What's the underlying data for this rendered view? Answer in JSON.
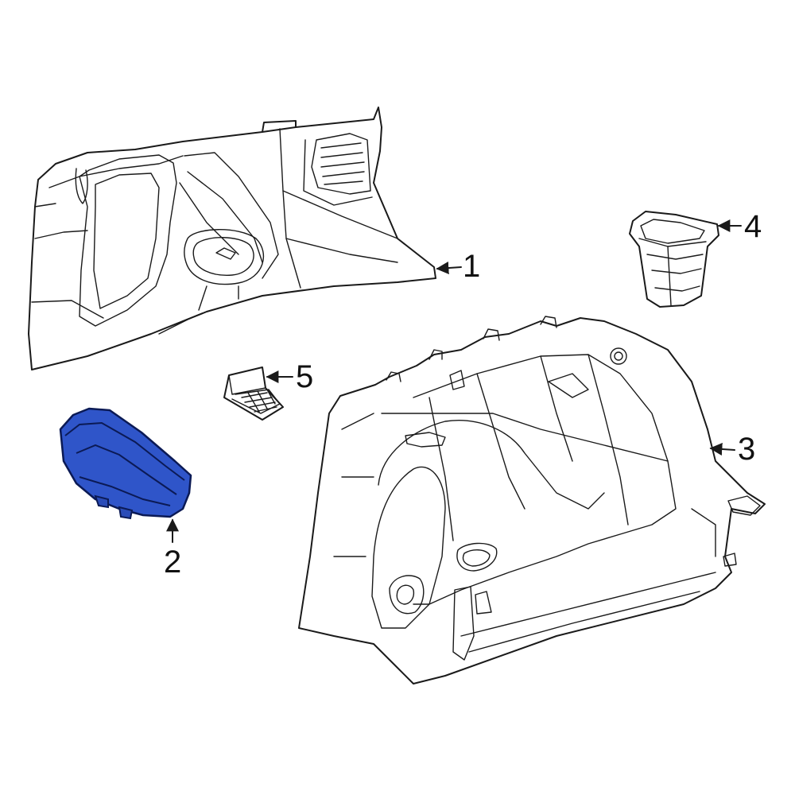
{
  "callouts": [
    {
      "id": "1",
      "label": "1"
    },
    {
      "id": "2",
      "label": "2"
    },
    {
      "id": "3",
      "label": "3"
    },
    {
      "id": "4",
      "label": "4"
    },
    {
      "id": "5",
      "label": "5"
    }
  ],
  "colors": {
    "background": "#ffffff",
    "line": "#1a1a1a",
    "highlight_fill": "#2f55c9",
    "highlight_stroke": "#0b1a55"
  },
  "highlighted_part": "2"
}
